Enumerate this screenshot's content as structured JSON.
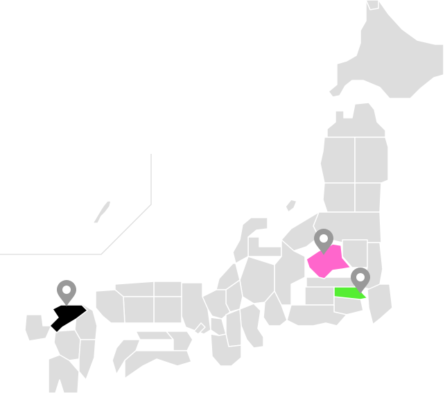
{
  "map": {
    "base_fill": "#dddddd",
    "border_color": "#ffffff",
    "inset_border_color": "#dcdcdc",
    "background": "#ffffff"
  },
  "highlights": [
    {
      "id": "pref-gunma",
      "color": "#ff66cc"
    },
    {
      "id": "pref-tokyo",
      "color": "#55ee33"
    },
    {
      "id": "pref-saga-fukuoka",
      "color": "#000000"
    }
  ],
  "markers": [
    {
      "id": "marker-gunma",
      "icon": "map-pin-icon",
      "color": "#999999"
    },
    {
      "id": "marker-tokyo",
      "icon": "map-pin-icon",
      "color": "#999999"
    },
    {
      "id": "marker-kyushu",
      "icon": "map-pin-icon",
      "color": "#999999"
    }
  ]
}
